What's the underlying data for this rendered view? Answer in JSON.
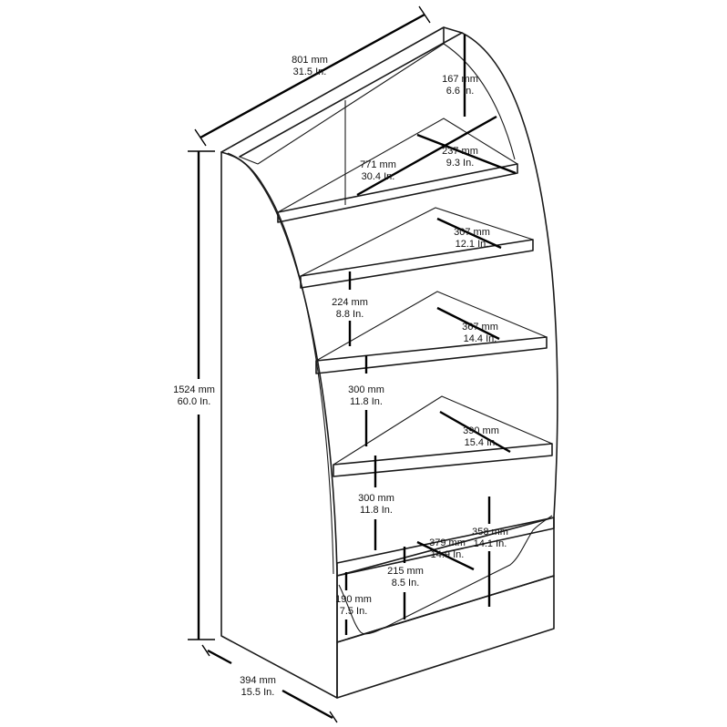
{
  "dimensions": [
    {
      "id": "width-801",
      "mm": "801 mm",
      "in": "31.5 In."
    },
    {
      "id": "top-167",
      "mm": "167 mm",
      "in": "6.6 In."
    },
    {
      "id": "shelf-771",
      "mm": "771 mm",
      "in": "30.4 In."
    },
    {
      "id": "depth-237",
      "mm": "237 mm",
      "in": "9.3 In."
    },
    {
      "id": "depth-307",
      "mm": "307 mm",
      "in": "12.1 In."
    },
    {
      "id": "height-224",
      "mm": "224 mm",
      "in": "8.8 In."
    },
    {
      "id": "depth-367",
      "mm": "367 mm",
      "in": "14.4 In."
    },
    {
      "id": "height-300a",
      "mm": "300 mm",
      "in": "11.8 In."
    },
    {
      "id": "depth-390",
      "mm": "390 mm",
      "in": "15.4 In."
    },
    {
      "id": "height-300b",
      "mm": "300 mm",
      "in": "11.8 In."
    },
    {
      "id": "depth-358",
      "mm": "358 mm",
      "in": "14.1 In."
    },
    {
      "id": "width-379",
      "mm": "379 mm",
      "in": "14.9 In."
    },
    {
      "id": "height-215",
      "mm": "215 mm",
      "in": "8.5 In."
    },
    {
      "id": "height-190",
      "mm": "190 mm",
      "in": "7.5 In."
    },
    {
      "id": "total-1524",
      "mm": "1524 mm",
      "in": "60.0 In."
    },
    {
      "id": "base-394",
      "mm": "394 mm",
      "in": "15.5 In."
    }
  ]
}
